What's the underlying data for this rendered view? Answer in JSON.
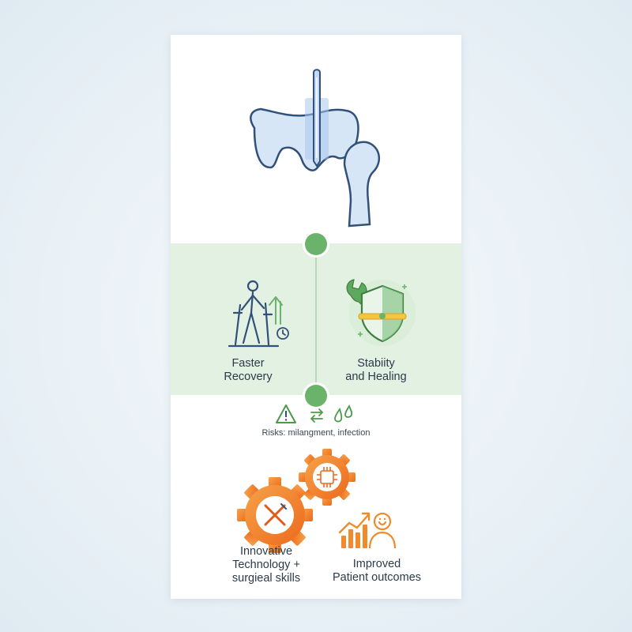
{
  "panels": {
    "faster_recovery": {
      "label": "Faster\nRecovery"
    },
    "stability": {
      "label": "Stabiity\nand Healing"
    }
  },
  "risks": {
    "label": "Risks: milangment, infection"
  },
  "innovative": {
    "label": "Innovative\nTechnology +\nsurgieal skills"
  },
  "outcomes": {
    "label": "Improved\nPatient outcomes"
  },
  "colors": {
    "bone_fill": "#d7e6f6",
    "bone_stroke": "#31507a",
    "nail_fill": "#c3d8f2",
    "green_accent": "#6bb26b",
    "band_green": "#e3f1e3",
    "orange": "#f08a2a",
    "navy_text": "#2c3a4a"
  }
}
